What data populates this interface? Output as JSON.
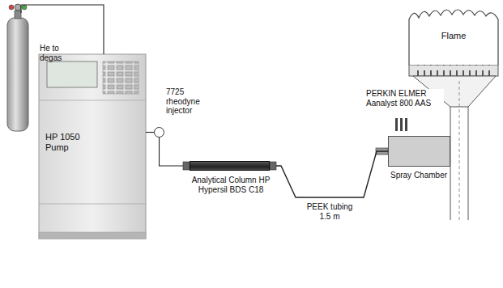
{
  "diagram": {
    "nodes": [
      {
        "text": [
          "He to degas"
        ]
      },
      {
        "text": [
          "HP 1050 Pump"
        ]
      },
      {
        "text": [
          "7725 rheodyne injector"
        ]
      },
      {
        "text": [
          "Analytical Column HP Hypersil BDS C18"
        ]
      },
      {
        "text": [
          "Spray Chamber"
        ]
      },
      {
        "text": [
          "Flame"
        ]
      }
    ],
    "edges": [
      {
        "from": 0,
        "to": 1,
        "arrow": "none"
      },
      {
        "from": 1,
        "to": 2,
        "arrow": "none"
      },
      {
        "from": 2,
        "to": 3,
        "arrow": "none"
      },
      {
        "from": 3,
        "to": 4,
        "label": "PEEK tubing 1.5 m",
        "arrow": "none"
      }
    ],
    "labels": [
      "PERKIN ELMER Aanalyst 800 AAS"
    ]
  }
}
